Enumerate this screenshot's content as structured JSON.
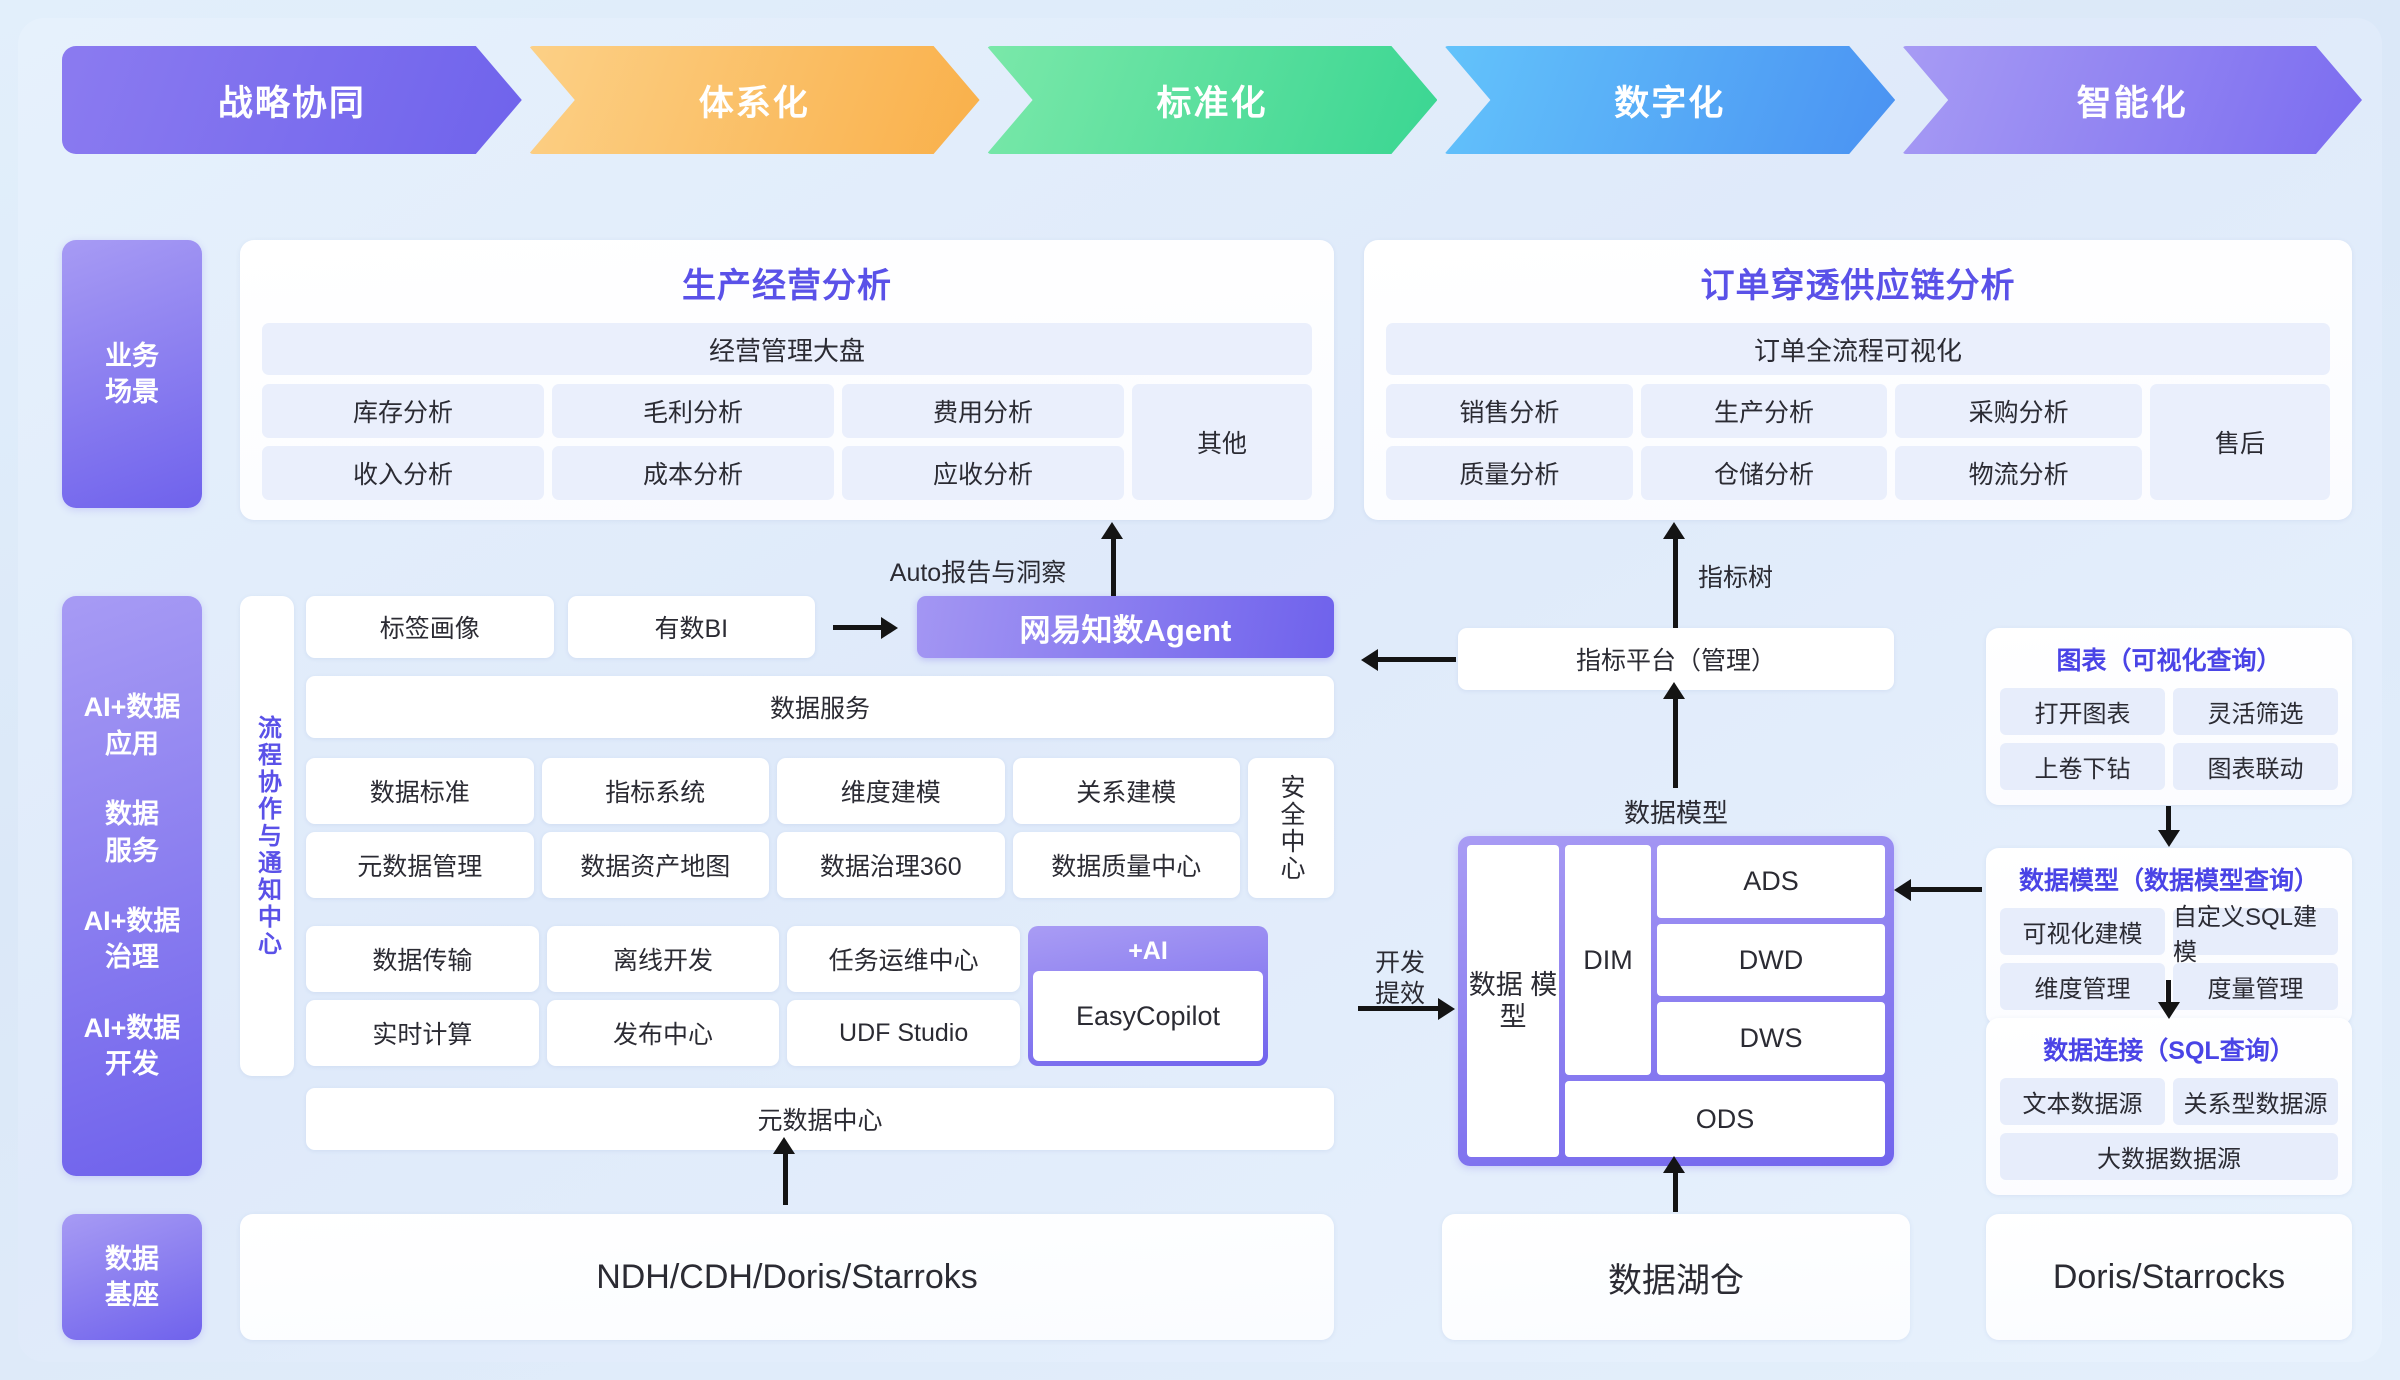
{
  "maturity_stages": [
    {
      "label": "战略协同",
      "color": "#6f63ec"
    },
    {
      "label": "体系化",
      "color": "#f9b04a"
    },
    {
      "label": "标准化",
      "color": "#3ad692"
    },
    {
      "label": "数字化",
      "color": "#4a92f2"
    },
    {
      "label": "智能化",
      "color": "#7b6cf0"
    }
  ],
  "sidebar": {
    "business": "业务\n场景",
    "ai_groups": [
      "AI+数据\n应用",
      "数据\n服务",
      "AI+数据\n治理",
      "AI+数据\n开发"
    ],
    "foundation": "数据\n基座"
  },
  "business_left": {
    "title": "生产经营分析",
    "subtitle": "经营管理大盘",
    "cells": [
      "库存分析",
      "毛利分析",
      "费用分析",
      "收入分析",
      "成本分析",
      "应收分析"
    ],
    "other": "其他"
  },
  "business_right": {
    "title": "订单穿透供应链分析",
    "subtitle": "订单全流程可视化",
    "cells": [
      "销售分析",
      "生产分析",
      "采购分析",
      "质量分析",
      "仓储分析",
      "物流分析"
    ],
    "other": "售后"
  },
  "middle": {
    "vertical_label": "流程协作与通知中心",
    "app_cells": [
      "标签画像",
      "有数BI"
    ],
    "agent": "网易知数Agent",
    "service": "数据服务",
    "governance_cells": [
      "数据标准",
      "指标系统",
      "维度建模",
      "关系建模",
      "元数据管理",
      "数据资产地图",
      "数据治理360",
      "数据质量中心"
    ],
    "security": "安全中心",
    "dev_cells": [
      "数据传输",
      "离线开发",
      "任务运维中心",
      "实时计算",
      "发布中心",
      "UDF Studio"
    ],
    "copilot_tag": "+AI",
    "copilot_name": "EasyCopilot",
    "metadata_center": "元数据中心"
  },
  "center": {
    "indicator_platform": "指标平台（管理）",
    "data_model_caption": "数据模型",
    "model_left": "数据\n模型",
    "model_dim": "DIM",
    "model_layers": [
      "ADS",
      "DWD",
      "DWS"
    ],
    "model_ods": "ODS"
  },
  "right_panels": [
    {
      "title": "图表（可视化查询）",
      "cells": [
        "打开图表",
        "灵活筛选",
        "上卷下钻",
        "图表联动"
      ],
      "full_cell": null
    },
    {
      "title": "数据模型（数据模型查询）",
      "cells": [
        "可视化建模",
        "自定义SQL建模",
        "维度管理",
        "度量管理"
      ],
      "full_cell": null
    },
    {
      "title": "数据连接（SQL查询）",
      "cells": [
        "文本数据源",
        "关系型数据源"
      ],
      "full_cell": "大数据数据源"
    }
  ],
  "foundation": {
    "ndh": "NDH/CDH/Doris/Starroks",
    "lake": "数据湖仓",
    "doris": "Doris/Starrocks"
  },
  "connectors": {
    "auto_report": "Auto报告与洞察",
    "indicator_tree": "指标树",
    "data_model": "数据模型",
    "dev_efficiency": "开发\n提效"
  }
}
